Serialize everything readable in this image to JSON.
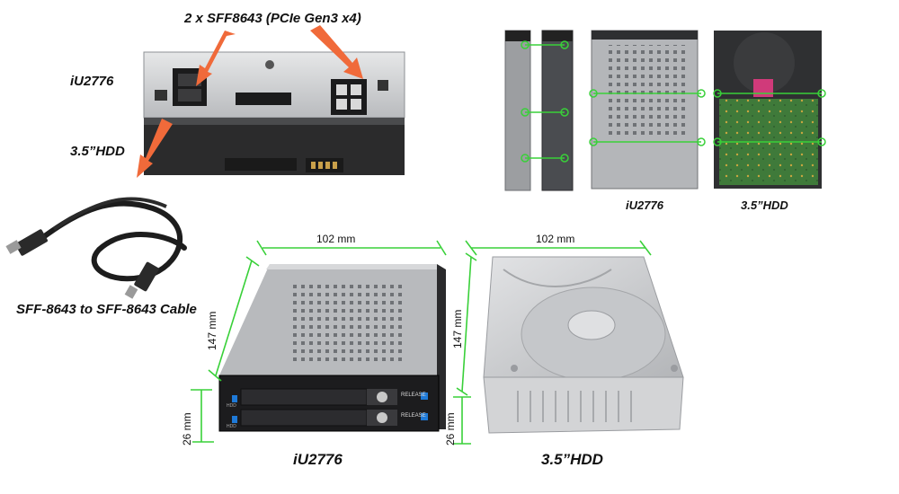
{
  "labels": {
    "connector_title": "2 x SFF8643 (PCIe Gen3 x4)",
    "model_top": "iU2776",
    "hdd_top": "3.5”HDD",
    "cable": "SFF-8643 to SFF-8643 Cable",
    "model_side": "iU2776",
    "hdd_side": "3.5”HDD",
    "model_bottom": "iU2776",
    "hdd_bottom": "3.5”HDD"
  },
  "dimensions": {
    "enclosure_width": "102 mm",
    "enclosure_depth": "147 mm",
    "enclosure_height": "26 mm",
    "hdd_width": "102 mm",
    "hdd_depth": "147 mm",
    "hdd_height": "26 mm"
  },
  "tray_labels": {
    "release_1": "RELEASE",
    "release_2": "RELEASE",
    "hdd_1": "HDD",
    "hdd_2": "HDD"
  },
  "colors": {
    "arrow": "#f06a3a",
    "dimension_line": "#39d039",
    "metal": "#c9cbcd",
    "front_panel": "#1c1c1e",
    "led": "#1f7ad8"
  },
  "icons": [
    "arrow-icon",
    "cable-icon",
    "screw-hole-icon",
    "connector-icon"
  ]
}
